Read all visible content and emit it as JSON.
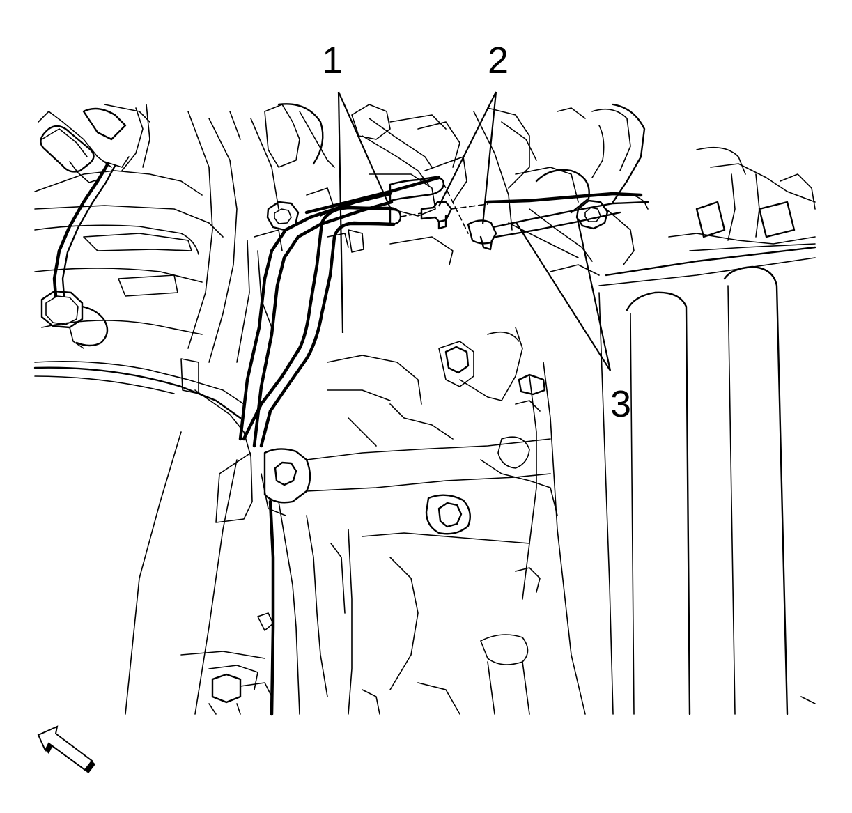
{
  "callouts": [
    {
      "id": "1",
      "label": "1"
    },
    {
      "id": "2",
      "label": "2"
    },
    {
      "id": "3",
      "label": "3"
    }
  ],
  "icons": {
    "view_arrow": "view-direction-arrow-icon"
  },
  "colors": {
    "line": "#000000",
    "background": "#ffffff"
  }
}
